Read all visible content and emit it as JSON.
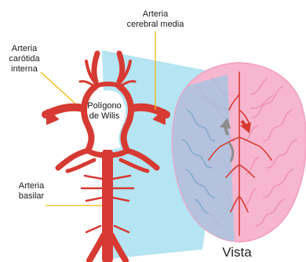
{
  "labels": {
    "arteria_cerebral_media": [
      "Arteria",
      "cerebral media"
    ],
    "arteria_carotida_interna": [
      "Arteria",
      "carótida",
      "interna"
    ],
    "poligono_de_willis": [
      "Polígono",
      "de Wilis"
    ],
    "arteria_basilar": [
      "Arteria",
      "basilar"
    ],
    "vista": "Vista"
  },
  "colors": {
    "artery_red": "#d63a32",
    "leader_line_yellow": "#f2b90f",
    "projection_blue": "#a8dff0",
    "brain_pink": "#f7b6cf",
    "brain_outline": "#f3a6c4",
    "blue_overlay": "#9fc6e3",
    "arrow_gray": "#8d8d8d"
  }
}
